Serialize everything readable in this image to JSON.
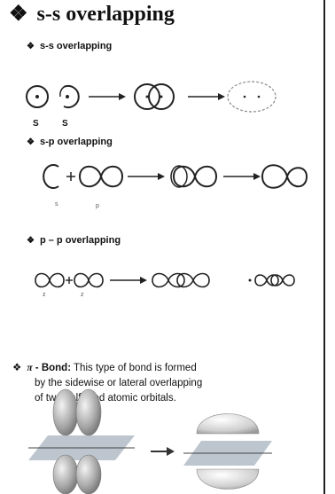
{
  "title": {
    "bullet": "❖",
    "text": "s-s overlapping"
  },
  "sections": {
    "ss": {
      "bullet": "❖",
      "label": "s-s overlapping",
      "orbital_labels": [
        "S",
        "S"
      ]
    },
    "sp": {
      "bullet": "❖",
      "label": "s-p overlapping",
      "orbital_labels": [
        "s",
        "p"
      ]
    },
    "pp": {
      "bullet": "❖",
      "label": "p – p overlapping",
      "orbital_labels": [
        "z",
        "z"
      ]
    }
  },
  "pi_bond": {
    "bullet": "❖",
    "symbol": "π",
    "label": " - Bond:",
    "line1": " This type of bond is formed",
    "line2": "by the sidewise or lateral overlapping",
    "line3": "of two half filled atomic orbitals."
  }
}
